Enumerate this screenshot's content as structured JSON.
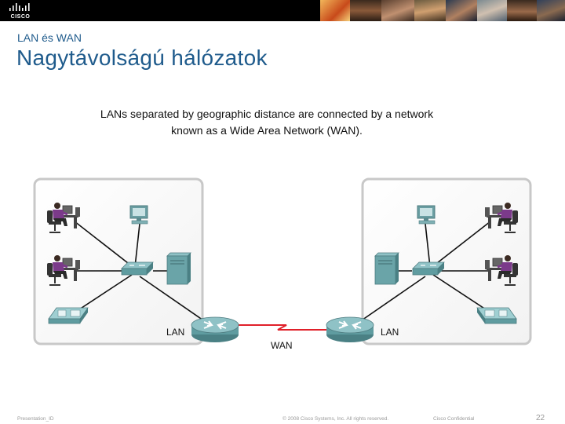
{
  "header": {
    "logo_text": "CISCO",
    "subtitle": "LAN és WAN",
    "title": "Nagytávolságú hálózatok"
  },
  "caption": {
    "line1": "LANs separated by geographic distance are connected by a network",
    "line2": "known as a Wide Area Network (WAN)."
  },
  "diagram": {
    "left_lan_label": "LAN",
    "right_lan_label": "LAN",
    "wan_label": "WAN"
  },
  "footer": {
    "presentation_id": "Presentation_ID",
    "copyright": "© 2008 Cisco Systems, Inc. All rights reserved.",
    "confidential": "Cisco Confidential",
    "page_number": "22"
  },
  "colors": {
    "title": "#1f5b8c",
    "wan_link": "#e0202a",
    "device_teal": "#4f8f93"
  }
}
